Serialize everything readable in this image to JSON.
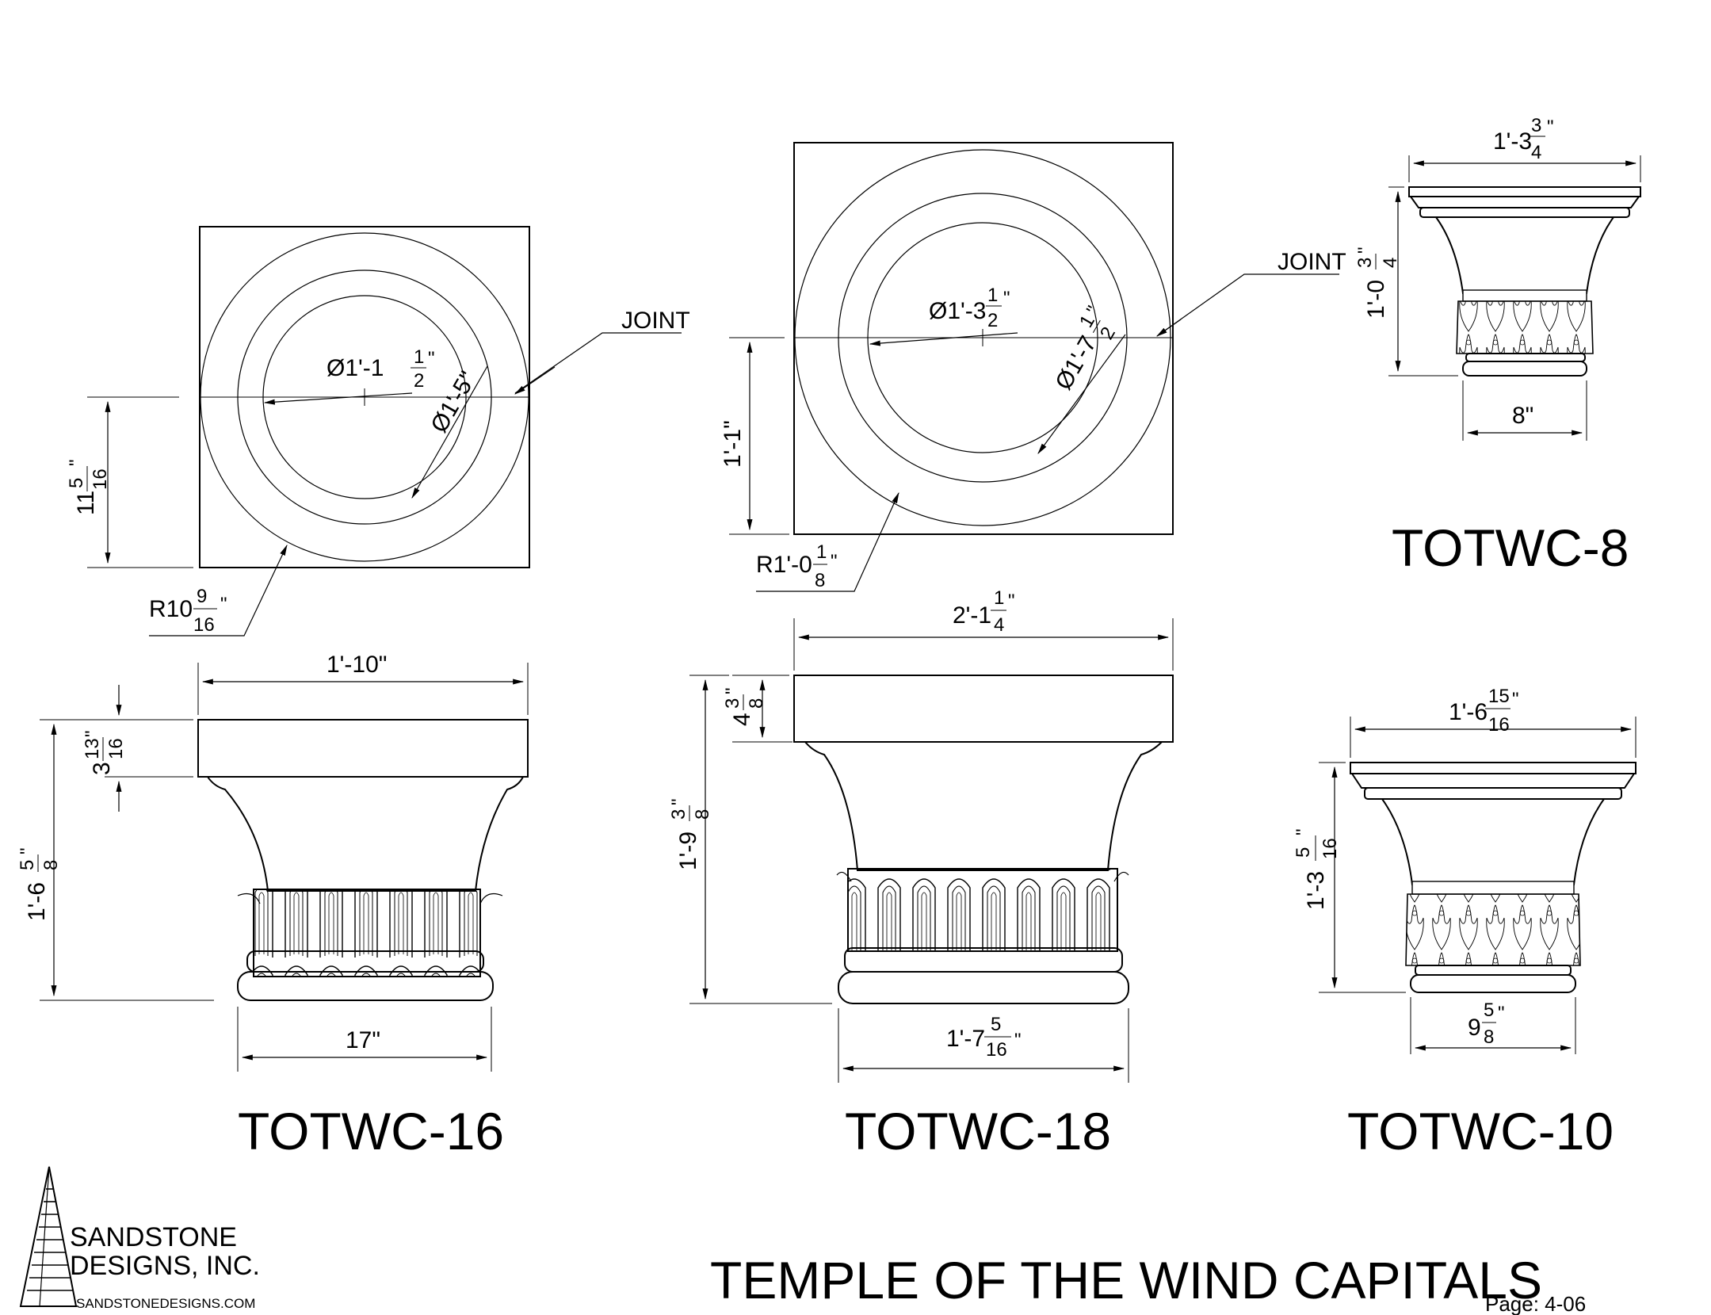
{
  "company": {
    "name_line1": "SANDSTONE",
    "name_line2": "DESIGNS, INC.",
    "website": "SANDSTONEDESIGNS.COM"
  },
  "title": "TEMPLE OF THE WIND CAPITALS",
  "page_label": "Page: 4-06",
  "models": {
    "totwc16": "TOTWC-16",
    "totwc18": "TOTWC-18",
    "totwc8": "TOTWC-8",
    "totwc10": "TOTWC-10"
  },
  "callouts": {
    "joint16": "JOINT",
    "joint18": "JOINT"
  },
  "dimensions": {
    "p16_inner_dia": "Ø1'-1",
    "p16_inner_dia_frac": [
      "1",
      "2"
    ],
    "p16_outer_dia": "Ø1'-5\"",
    "p16_height_whole": "11",
    "p16_height_frac": [
      "5",
      "16"
    ],
    "p16_radius": "R10",
    "p16_radius_frac": [
      "9",
      "16"
    ],
    "e16_width": "1'-10\"",
    "e16_abacus_whole": "3",
    "e16_abacus_frac": [
      "13",
      "16"
    ],
    "e16_height_whole": "1'-6",
    "e16_height_frac": [
      "5",
      "8"
    ],
    "e16_base": "17\"",
    "p18_inner_dia": "Ø1'-3",
    "p18_inner_dia_frac": [
      "1",
      "2"
    ],
    "p18_outer_dia": "Ø1'-7",
    "p18_outer_dia_frac": [
      "1",
      "2"
    ],
    "p18_height": "1'-1\"",
    "p18_radius": "R1'-0",
    "p18_radius_frac": [
      "1",
      "8"
    ],
    "e18_width": "2'-1",
    "e18_width_frac": [
      "1",
      "4"
    ],
    "e18_abacus_whole": "4",
    "e18_abacus_frac": [
      "3",
      "8"
    ],
    "e18_height_whole": "1'-9",
    "e18_height_frac": [
      "3",
      "8"
    ],
    "e18_base": "1'-7",
    "e18_base_frac": [
      "5",
      "16"
    ],
    "c8_width": "1'-3",
    "c8_width_frac": [
      "3",
      "4"
    ],
    "c8_height": "1'-0",
    "c8_height_frac": [
      "3",
      "4"
    ],
    "c8_base": "8\"",
    "c10_width": "1'-6",
    "c10_width_frac": [
      "15",
      "16"
    ],
    "c10_height": "1'-3",
    "c10_height_frac": [
      "5",
      "16"
    ],
    "c10_base": "9",
    "c10_base_frac": [
      "5",
      "8"
    ]
  }
}
